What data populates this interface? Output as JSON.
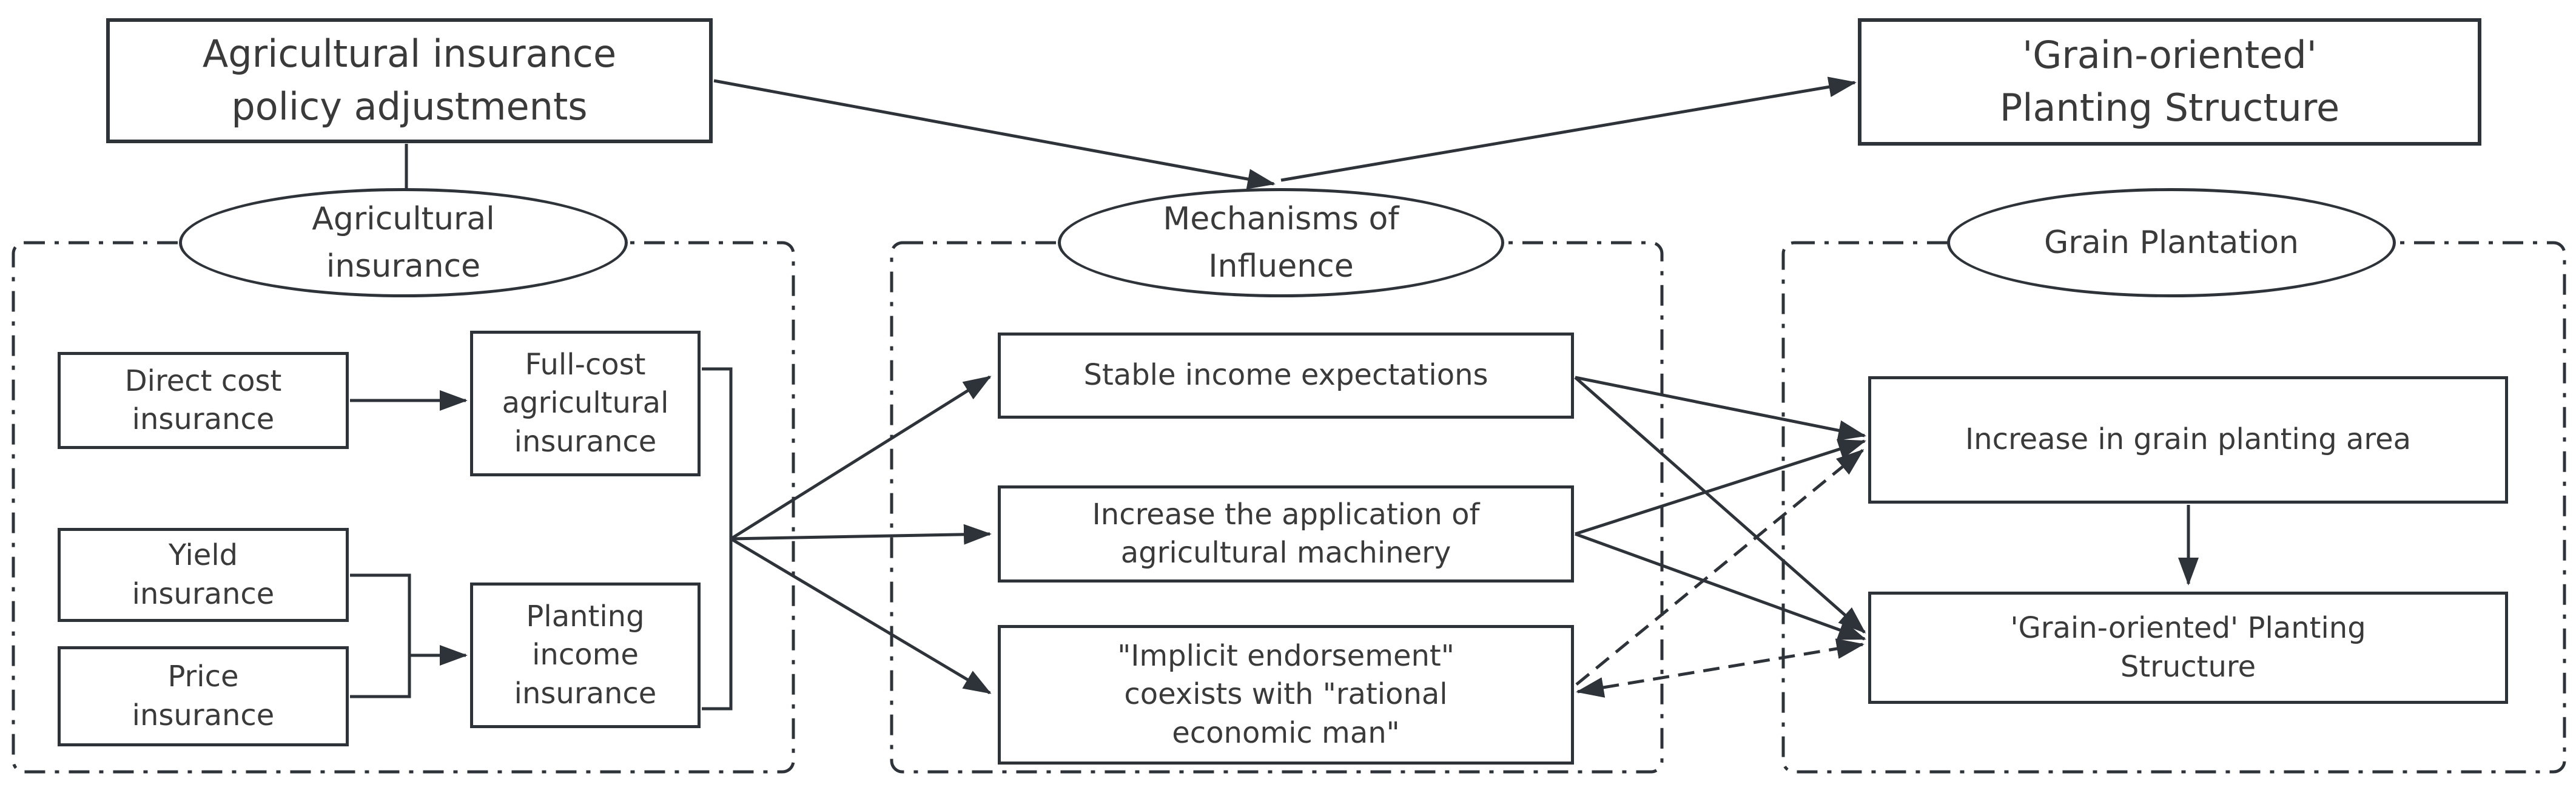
{
  "colors": {
    "line": "#2e333a",
    "text": "#3a3a3a",
    "background": "#ffffff"
  },
  "diagram": {
    "top_left_box": {
      "label": "Agricultural insurance\npolicy adjustments"
    },
    "top_right_box": {
      "label": "'Grain-oriented'\nPlanting Structure"
    },
    "groups": [
      {
        "name": "agricultural-insurance",
        "oval_label": "Agricultural\ninsurance",
        "nodes": [
          {
            "id": "direct-cost",
            "label": "Direct cost\ninsurance"
          },
          {
            "id": "full-cost",
            "label": "Full-cost\nagricultural\ninsurance"
          },
          {
            "id": "yield",
            "label": "Yield\ninsurance"
          },
          {
            "id": "price",
            "label": "Price\ninsurance"
          },
          {
            "id": "planting-income",
            "label": "Planting\nincome\ninsurance"
          }
        ]
      },
      {
        "name": "mechanisms-of-influence",
        "oval_label": "Mechanisms of\nInfluence",
        "nodes": [
          {
            "id": "stable-income",
            "label": "Stable income expectations"
          },
          {
            "id": "machinery",
            "label": "Increase the application of\nagricultural machinery"
          },
          {
            "id": "implicit",
            "label": "\"Implicit endorsement\"\ncoexists with \"rational\neconomic man\""
          }
        ]
      },
      {
        "name": "grain-plantation",
        "oval_label": "Grain Plantation",
        "nodes": [
          {
            "id": "grain-area",
            "label": "Increase in grain planting area"
          },
          {
            "id": "grain-structure",
            "label": "'Grain-oriented' Planting\nStructure"
          }
        ]
      }
    ],
    "edges": [
      {
        "from": "policy-adjustments",
        "to": "mechanisms-of-influence-oval",
        "style": "solid-arrow"
      },
      {
        "from": "mechanisms-of-influence-oval",
        "to": "grain-oriented-structure-top",
        "style": "solid-arrow"
      },
      {
        "from": "policy-adjustments",
        "to": "agricultural-insurance-oval",
        "style": "plain-line"
      },
      {
        "from": "direct-cost",
        "to": "full-cost",
        "style": "solid-arrow"
      },
      {
        "from": "yield-and-price",
        "to": "planting-income",
        "style": "solid-arrow"
      },
      {
        "from": "full-cost-and-planting-income",
        "to": "stable-income",
        "style": "solid-arrow"
      },
      {
        "from": "full-cost-and-planting-income",
        "to": "machinery",
        "style": "solid-arrow"
      },
      {
        "from": "full-cost-and-planting-income",
        "to": "implicit",
        "style": "solid-arrow"
      },
      {
        "from": "stable-income",
        "to": "grain-area",
        "style": "solid-arrow"
      },
      {
        "from": "stable-income",
        "to": "grain-structure",
        "style": "solid-arrow"
      },
      {
        "from": "machinery",
        "to": "grain-area",
        "style": "solid-arrow"
      },
      {
        "from": "machinery",
        "to": "grain-structure",
        "style": "solid-arrow"
      },
      {
        "from": "implicit",
        "to": "grain-area",
        "style": "dashed-arrow"
      },
      {
        "from": "implicit",
        "to": "grain-structure",
        "style": "dashed-arrow-bidirectional"
      },
      {
        "from": "grain-area",
        "to": "grain-structure",
        "style": "solid-arrow"
      }
    ]
  }
}
